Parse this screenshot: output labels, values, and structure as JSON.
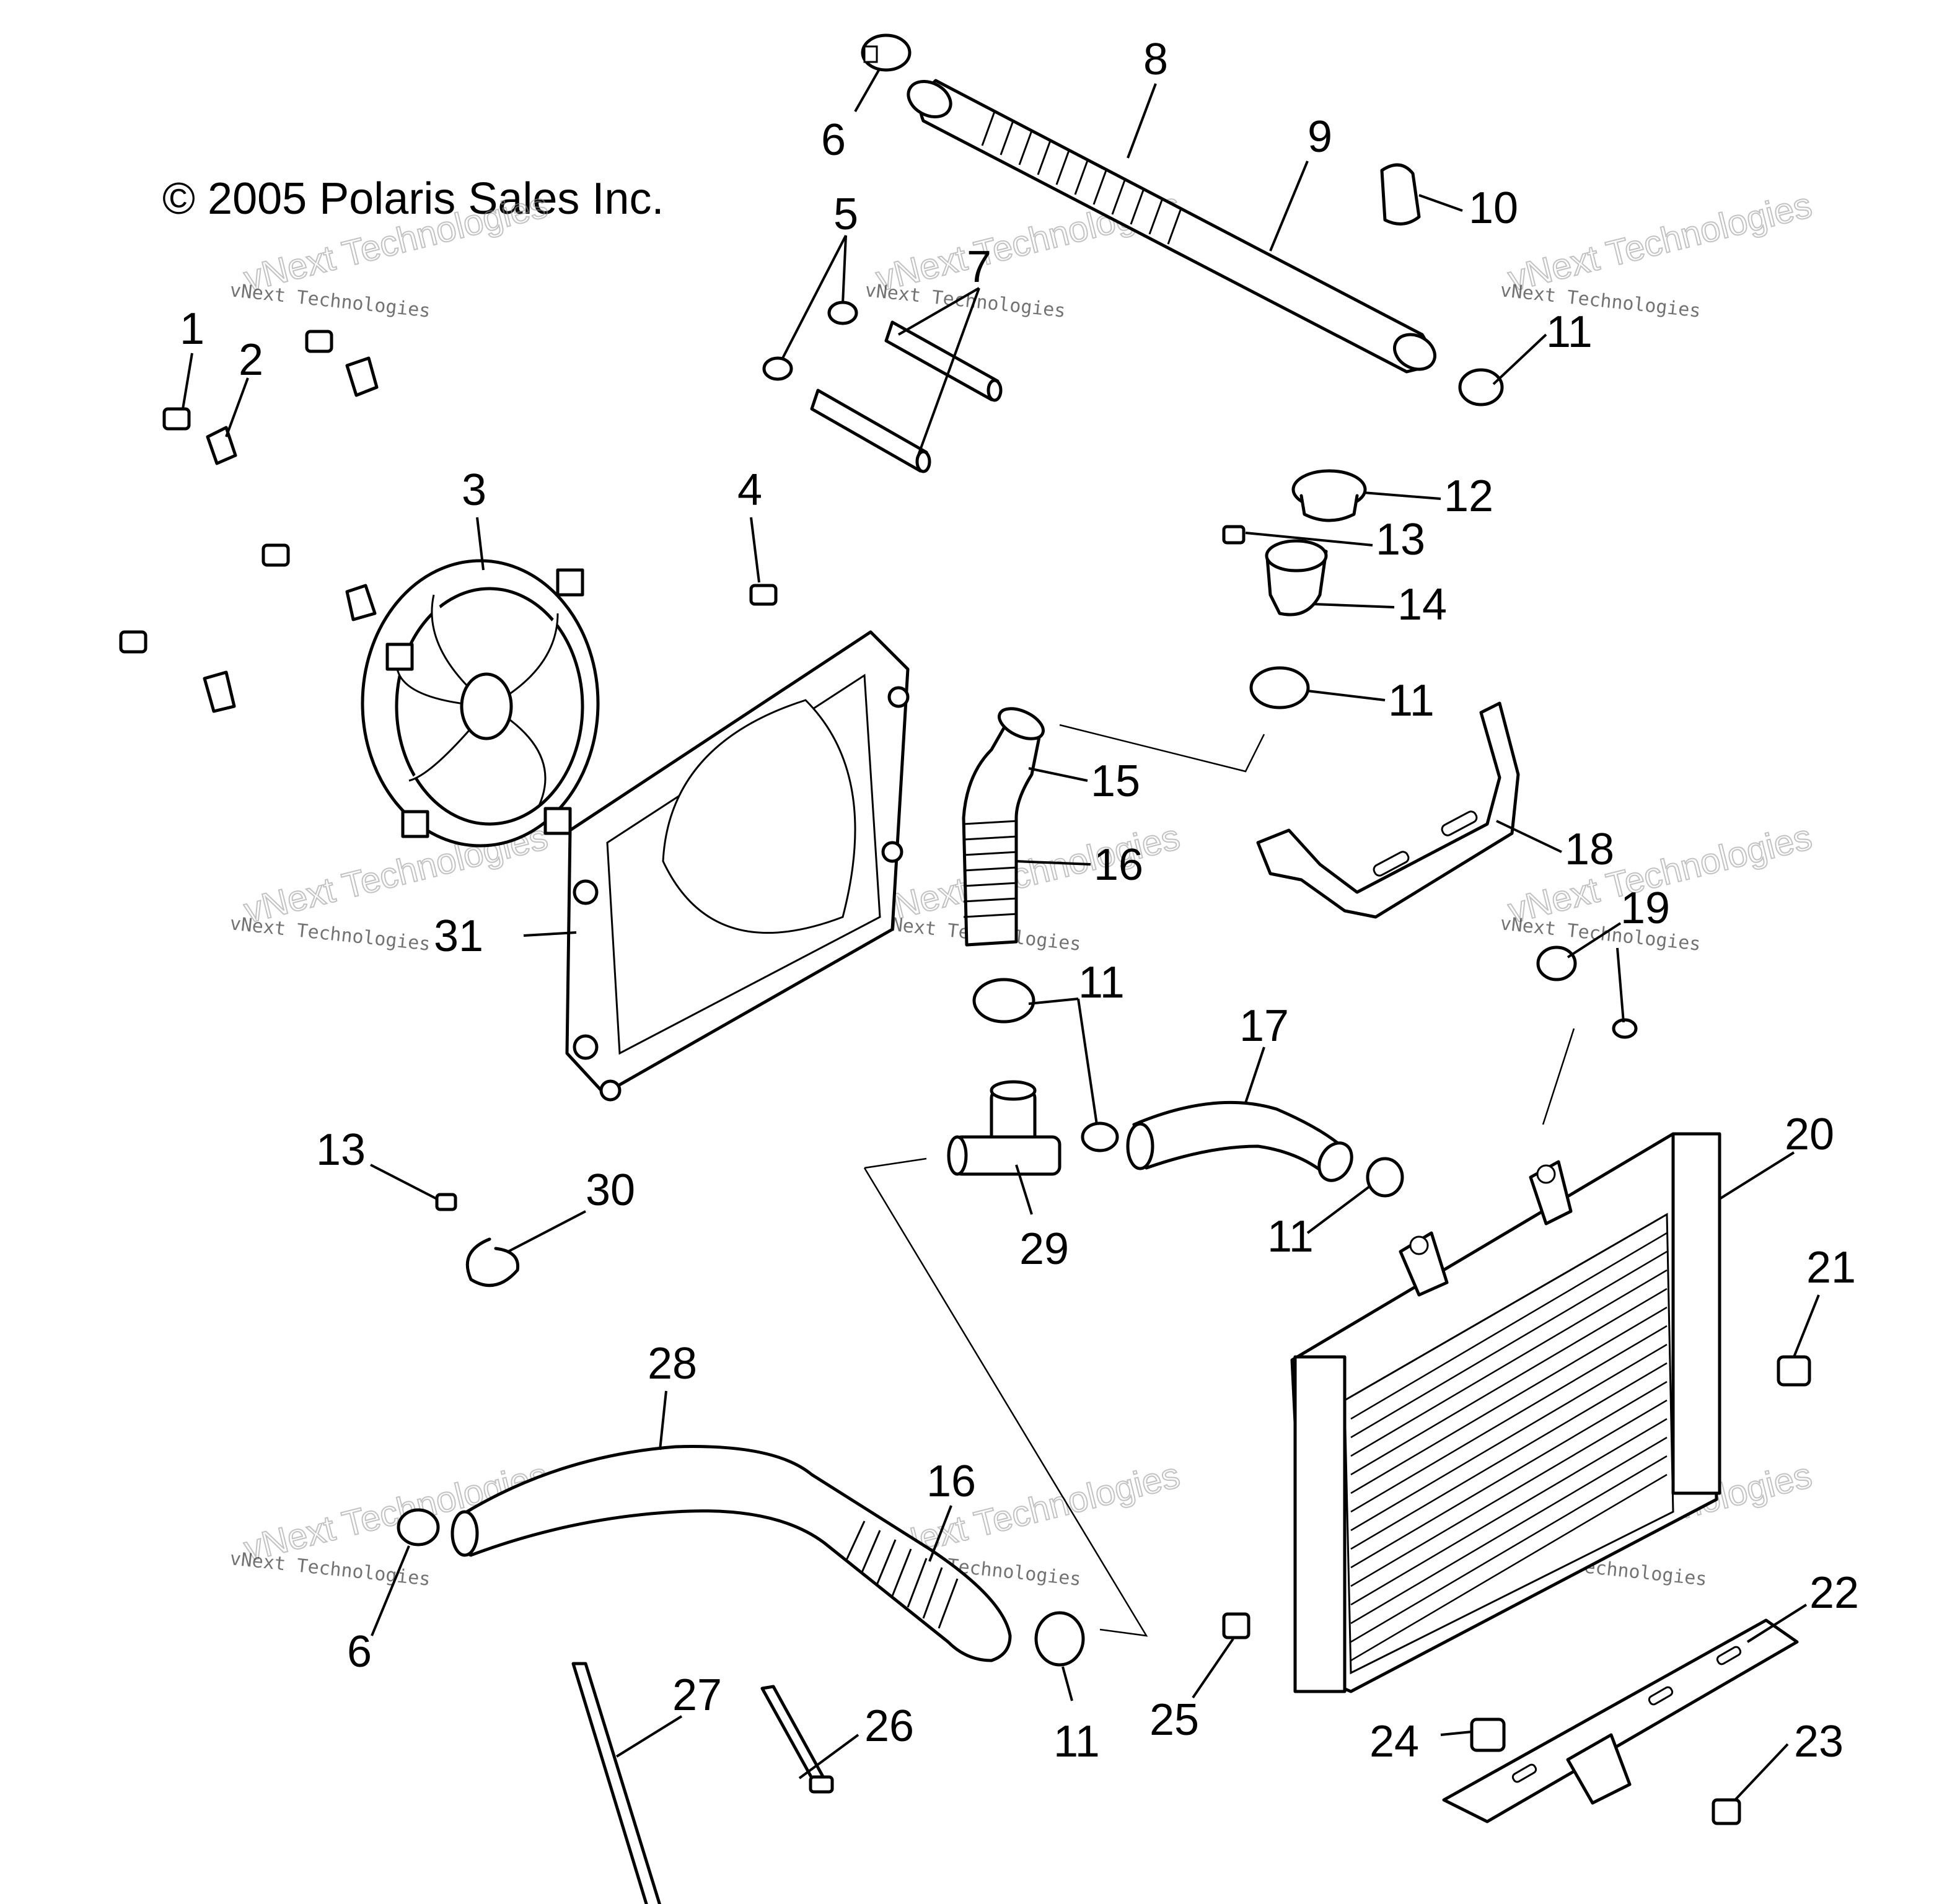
{
  "copyright": "© 2005 Polaris Sales Inc.",
  "watermark": {
    "small": "vNext Technologies",
    "big": "vNext Technologies"
  },
  "callouts": {
    "c1": "1",
    "c2": "2",
    "c3": "3",
    "c4": "4",
    "c5": "5",
    "c6a": "6",
    "c6b": "6",
    "c7": "7",
    "c8": "8",
    "c9": "9",
    "c10": "10",
    "c11a": "11",
    "c11b": "11",
    "c11c": "11",
    "c11d": "11",
    "c11e": "11",
    "c12": "12",
    "c13a": "13",
    "c13b": "13",
    "c14": "14",
    "c15": "15",
    "c16a": "16",
    "c16b": "16",
    "c17": "17",
    "c18": "18",
    "c19": "19",
    "c20": "20",
    "c21": "21",
    "c22": "22",
    "c23": "23",
    "c24": "24",
    "c25": "25",
    "c26": "26",
    "c27": "27",
    "c28": "28",
    "c29": "29",
    "c30": "30",
    "c31": "31"
  }
}
